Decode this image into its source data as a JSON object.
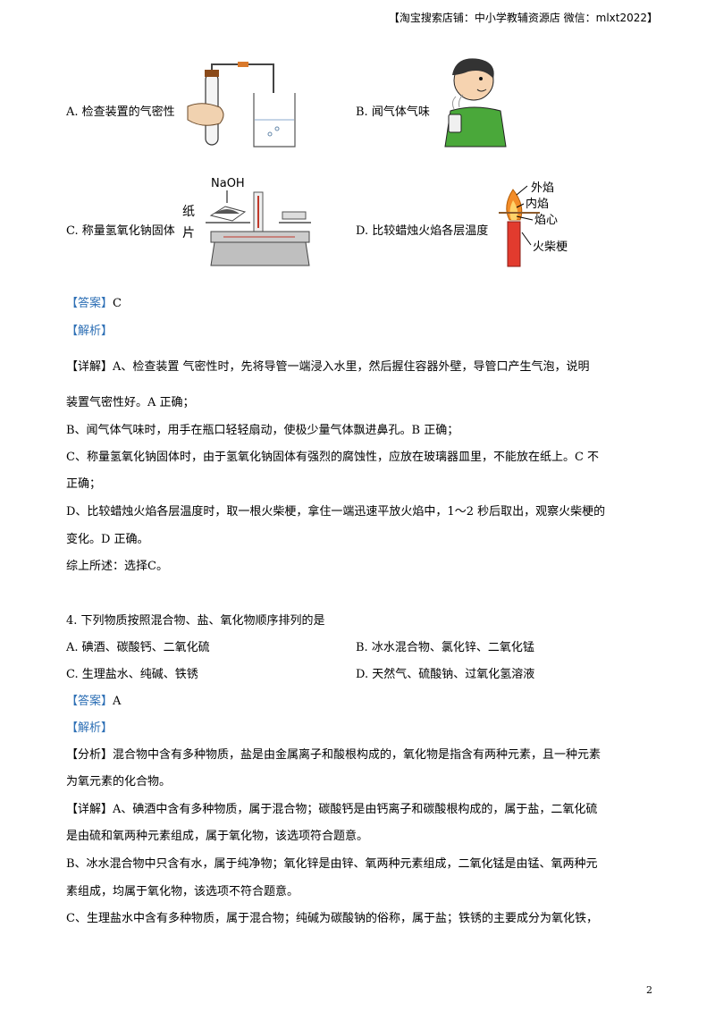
{
  "header": {
    "text": "【淘宝搜索店铺：中小学教辅资源店  微信：mlxt2022】"
  },
  "q3": {
    "opt_a": "A. 检查装置的气密性",
    "opt_b": "B. 闻气体气味",
    "opt_c": "C. 称量氢氧化钠固体",
    "opt_d": "D. 比较蜡烛火焰各层温度",
    "fig_c": {
      "label_naoh": "NaOH",
      "label_paper_1": "纸",
      "label_paper_2": "片"
    },
    "fig_d": {
      "label_outer": "外焰",
      "label_inner": "内焰",
      "label_core": "焰心",
      "label_match": "火柴梗"
    },
    "answer_tag": "【答案】",
    "answer": "C",
    "analysis_tag": "【解析】",
    "detail_tag": "【详解】",
    "lines": [
      "A、检查装置    气密性时，先将导管一端浸入水里，然后握住容器外壁，导管口产生气泡，说明",
      "装置气密性好。A 正确；",
      "B、闻气体气味时，用手在瓶口轻轻扇动，使极少量气体飘进鼻孔。B 正确；",
      "C、称量氢氧化钠固体时，由于氢氧化钠固体有强烈的腐蚀性，应放在玻璃器皿里，不能放在纸上。C 不",
      "正确；",
      "D、比较蜡烛火焰各层温度时，取一根火柴梗，拿住一端迅速平放火焰中，1～2 秒后取出，观察火柴梗的",
      "变化。D 正确。",
      "综上所述：选择C。"
    ]
  },
  "q4": {
    "stem": "4. 下列物质按照混合物、盐、氧化物顺序排列的是",
    "opt_a": "A. 碘酒、碳酸钙、二氧化硫",
    "opt_b": "B. 冰水混合物、氯化锌、二氧化锰",
    "opt_c": "C. 生理盐水、纯碱、铁锈",
    "opt_d": "D. 天然气、硫酸钠、过氧化氢溶液",
    "answer_tag": "【答案】",
    "answer": "A",
    "analysis_tag": "【解析】",
    "fenxi_tag": "【分析】",
    "fenxi_1": "混合物中含有多种物质，盐是由金属离子和酸根构成的，氧化物是指含有两种元素，且一种元素",
    "fenxi_2": "为氧元素的化合物。",
    "detail_tag": "【详解】",
    "detail_1": "A、碘酒中含有多种物质，属于混合物；碳酸钙是由钙离子和碳酸根构成的，属于盐，二氧化硫",
    "lines": [
      "是由硫和氧两种元素组成，属于氧化物，该选项符合题意。",
      "B、冰水混合物中只含有水，属于纯净物；氧化锌是由锌、氧两种元素组成，二氧化锰是由锰、氧两种元",
      "素组成，均属于氧化物，该选项不符合题意。",
      "C、生理盐水中含有多种物质，属于混合物；纯碱为碳酸钠的俗称，属于盐；铁锈的主要成分为氧化铁，"
    ]
  },
  "page_number": "2"
}
